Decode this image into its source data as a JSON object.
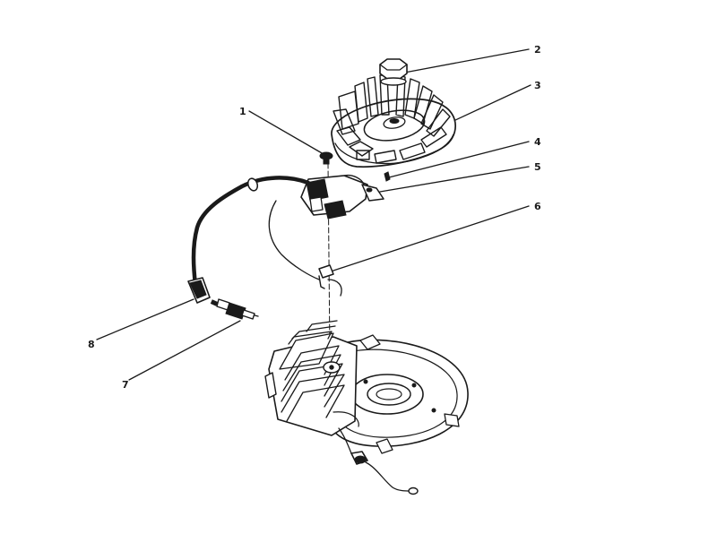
{
  "diagram": {
    "callouts": [
      {
        "id": "1",
        "label": "1"
      },
      {
        "id": "2",
        "label": "2"
      },
      {
        "id": "3",
        "label": "3"
      },
      {
        "id": "4",
        "label": "4"
      },
      {
        "id": "5",
        "label": "5"
      },
      {
        "id": "6",
        "label": "6"
      },
      {
        "id": "7",
        "label": "7"
      },
      {
        "id": "8",
        "label": "8"
      }
    ],
    "colors": {
      "ink": "#1a1a1a",
      "background": "#ffffff"
    }
  }
}
